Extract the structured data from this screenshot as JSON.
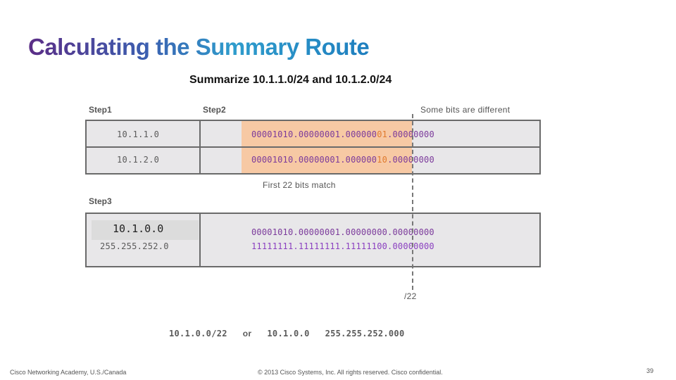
{
  "slide": {
    "title": "Calculating the Summary Route",
    "subtitle": "Summarize 10.1.1.0/24 and 10.1.2.0/24"
  },
  "diagram": {
    "step1_label": "Step1",
    "step2_label": "Step2",
    "step3_label": "Step3",
    "note_different": "Some bits are different",
    "note_match": "First 22 bits match",
    "rows": [
      {
        "address": "10.1.1.0",
        "bin_match": "00001010.00000001.000000",
        "bin_diff": "01",
        "bin_rest": ".00000000"
      },
      {
        "address": "10.1.2.0",
        "bin_match": "00001010.00000001.000000",
        "bin_diff": "10",
        "bin_rest": ".00000000"
      }
    ],
    "summary": {
      "network": "10.1.0.0",
      "mask": "255.255.252.0",
      "network_bin": "00001010.00000001.00000000.00000000",
      "mask_bin": "11111111.11111111.11111100.00000000"
    },
    "prefix_label": "/22",
    "result": {
      "cidr": "10.1.0.0/22",
      "or": "or",
      "network": "10.1.0.0",
      "mask": "255.255.252.000"
    }
  },
  "footer": {
    "left": "Cisco Networking Academy, U.S./Canada",
    "center": "© 2013 Cisco Systems, Inc. All rights reserved. Cisco confidential.",
    "page_number": "39"
  },
  "colors": {
    "highlight": "#f7c9a4",
    "diff_bits": "#e07a2e",
    "binary": "#7b3a9b"
  }
}
